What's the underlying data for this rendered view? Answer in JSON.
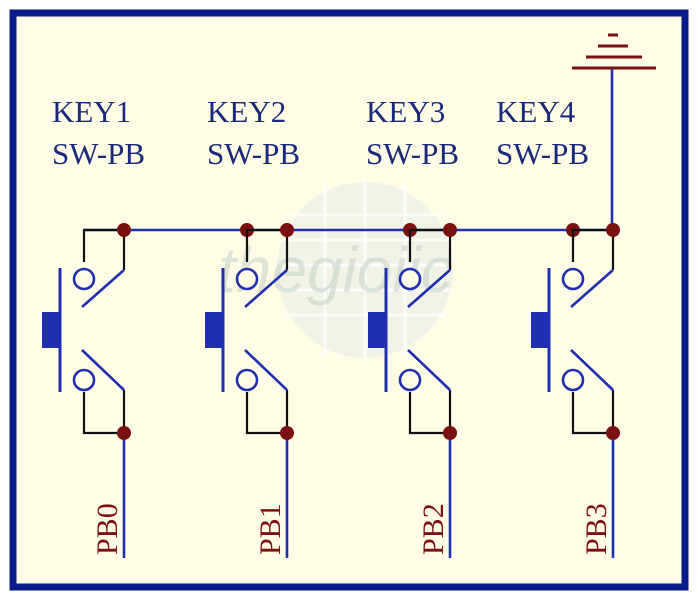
{
  "colors": {
    "background": "#fffde6",
    "frame": "#0b1a8a",
    "wire_blue": "#1f2fb0",
    "wire_black": "#111111",
    "junction": "#7a1010",
    "label": "#1a2a7a",
    "pin_label": "#7a1010"
  },
  "watermark": "thegioiic",
  "ground_symbol": "ground-icon",
  "switches": [
    {
      "ref": "KEY1",
      "value": "SW-PB",
      "net": "PB0"
    },
    {
      "ref": "KEY2",
      "value": "SW-PB",
      "net": "PB1"
    },
    {
      "ref": "KEY3",
      "value": "SW-PB",
      "net": "PB2"
    },
    {
      "ref": "KEY4",
      "value": "SW-PB",
      "net": "PB3"
    }
  ]
}
